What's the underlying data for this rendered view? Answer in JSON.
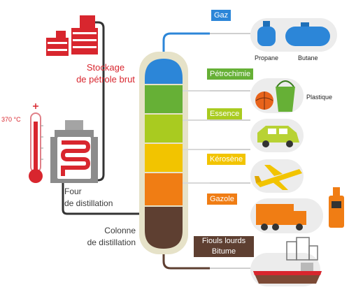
{
  "storage": {
    "line1": "Stockage",
    "line2": "de pétrole brut"
  },
  "temperature": "370 °C",
  "furnace": {
    "line1": "Four",
    "line2": "de distillation"
  },
  "column": {
    "line1": "Colonne",
    "line2": "de distillation"
  },
  "fractions": [
    {
      "label": "Gaz",
      "color": "#2c86d8"
    },
    {
      "label": "Pétrochimie",
      "color": "#66b036"
    },
    {
      "label": "Essence",
      "color": "#a9cb20"
    },
    {
      "label": "Kérosène",
      "color": "#f2c400"
    },
    {
      "label": "Gazole",
      "color": "#f07d14"
    },
    {
      "label": "Fiouls lourds",
      "label2": "Bitume",
      "color": "#5e3f31"
    }
  ],
  "products": {
    "propane": "Propane",
    "butane": "Butane",
    "plastique": "Plastique"
  }
}
